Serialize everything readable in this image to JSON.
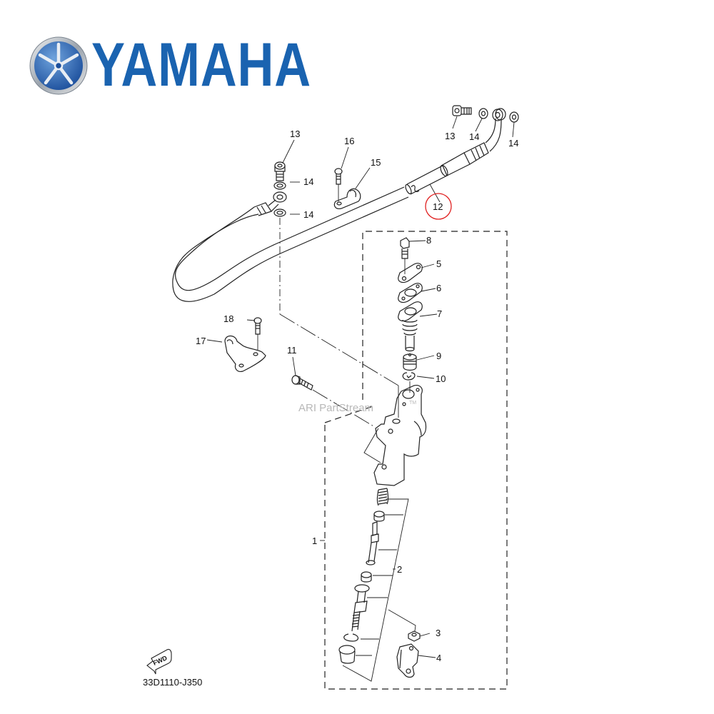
{
  "brand": {
    "name": "YAMAHA",
    "logo_icon": "tuning-fork-emblem-icon",
    "color": "#1a63b0"
  },
  "diagram": {
    "code": "33D1110-J350",
    "watermark": "ARI PartStream",
    "watermark_tm": "TM",
    "fwd_label": "FWD",
    "highlighted_callout": "12",
    "highlight_color": "#e02020",
    "callouts": {
      "c1": "1",
      "c2": "2",
      "c3": "3",
      "c4": "4",
      "c5": "5",
      "c6": "6",
      "c7": "7",
      "c8": "8",
      "c9": "9",
      "c10": "10",
      "c11": "11",
      "c12": "12",
      "c13a": "13",
      "c13b": "13",
      "c14a": "14",
      "c14b": "14",
      "c14c": "14",
      "c14d": "14",
      "c15": "15",
      "c16": "16",
      "c17": "17",
      "c18": "18"
    }
  }
}
